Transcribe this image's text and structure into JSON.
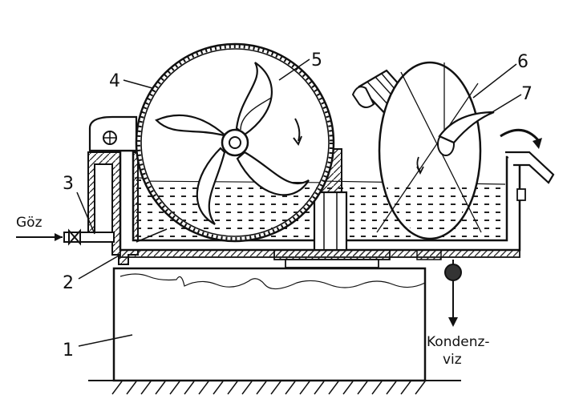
{
  "diagram": {
    "labels": {
      "n1": "1",
      "n2": "2",
      "n3": "3",
      "n4": "4",
      "n5": "5",
      "n6": "6",
      "n7": "7",
      "steam_in": "Göz",
      "condensate_line1": "Kondenz-",
      "condensate_line2": "viz"
    }
  }
}
